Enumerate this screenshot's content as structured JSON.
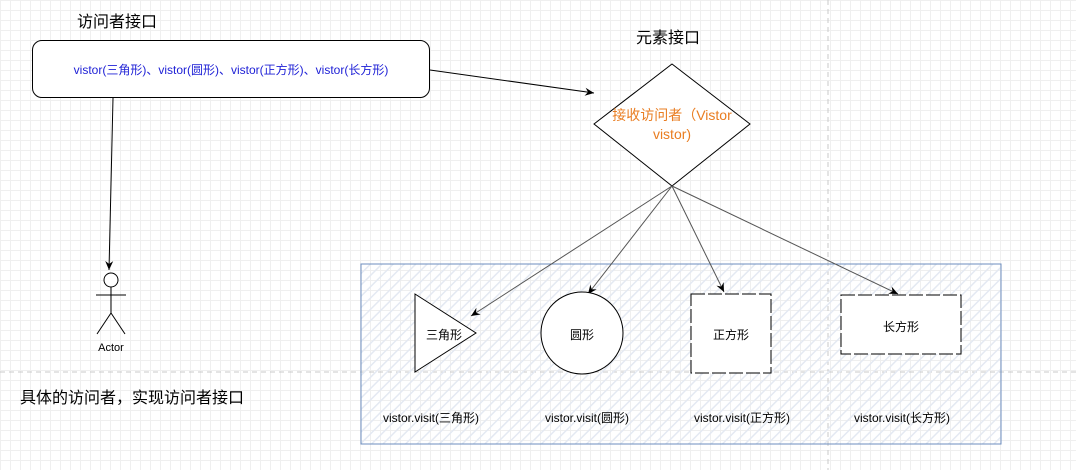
{
  "visitor_interface_title": "访问者接口",
  "visitor_methods": "vistor(三角形)、vistor(圆形)、vistor(正方形)、vistor(长方形)",
  "element_interface_title": "元素接口",
  "accept_visitor_line1": "接收访问者（Vistor",
  "accept_visitor_line2": "vistor)",
  "actor_label": "Actor",
  "concrete_visitor_note": "具体的访问者，实现访问者接口",
  "shapes": [
    {
      "label": "三角形",
      "call": "vistor.visit(三角形)"
    },
    {
      "label": "圆形",
      "call": "vistor.visit(圆形)"
    },
    {
      "label": "正方形",
      "call": "vistor.visit(正方形)"
    },
    {
      "label": "长方形",
      "call": "vistor.visit(长方形)"
    }
  ],
  "colors": {
    "visitor_text": "#1f21d6",
    "accept_text": "#e97d21",
    "container_border": "#6c8ebf",
    "stroke": "#000000"
  }
}
